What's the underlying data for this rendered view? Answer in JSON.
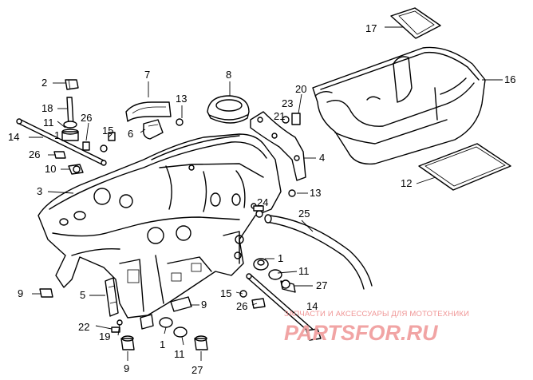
{
  "callouts": [
    {
      "id": "c17",
      "label": "17"
    },
    {
      "id": "c16",
      "label": "16"
    },
    {
      "id": "c12",
      "label": "12"
    },
    {
      "id": "c2",
      "label": "2"
    },
    {
      "id": "c7",
      "label": "7"
    },
    {
      "id": "c8",
      "label": "8"
    },
    {
      "id": "c13a",
      "label": "13"
    },
    {
      "id": "c20",
      "label": "20"
    },
    {
      "id": "c23",
      "label": "23"
    },
    {
      "id": "c21",
      "label": "21"
    },
    {
      "id": "c18",
      "label": "18"
    },
    {
      "id": "c26a",
      "label": "26"
    },
    {
      "id": "c11a",
      "label": "11"
    },
    {
      "id": "c1a",
      "label": "1"
    },
    {
      "id": "c15a",
      "label": "15"
    },
    {
      "id": "c6",
      "label": "6"
    },
    {
      "id": "c14a",
      "label": "14"
    },
    {
      "id": "c26b",
      "label": "26"
    },
    {
      "id": "c10",
      "label": "10"
    },
    {
      "id": "c4",
      "label": "4"
    },
    {
      "id": "c3",
      "label": "3"
    },
    {
      "id": "c13b",
      "label": "13"
    },
    {
      "id": "c24",
      "label": "24"
    },
    {
      "id": "c25",
      "label": "25"
    },
    {
      "id": "c1b",
      "label": "1"
    },
    {
      "id": "c11b",
      "label": "11"
    },
    {
      "id": "c27a",
      "label": "27"
    },
    {
      "id": "c9a",
      "label": "9"
    },
    {
      "id": "c5",
      "label": "5"
    },
    {
      "id": "c9b",
      "label": "9"
    },
    {
      "id": "c15b",
      "label": "15"
    },
    {
      "id": "c26c",
      "label": "26"
    },
    {
      "id": "c14b",
      "label": "14"
    },
    {
      "id": "c22",
      "label": "22"
    },
    {
      "id": "c19",
      "label": "19"
    },
    {
      "id": "c1c",
      "label": "1"
    },
    {
      "id": "c9c",
      "label": "9"
    },
    {
      "id": "c11c",
      "label": "11"
    },
    {
      "id": "c27b",
      "label": "27"
    }
  ],
  "watermark": {
    "tagline": "ЗАПЧАСТИ И АКСЕССУАРЫ ДЛЯ МОТОТЕХНИКИ",
    "logo": "PARTSFOR.RU"
  }
}
